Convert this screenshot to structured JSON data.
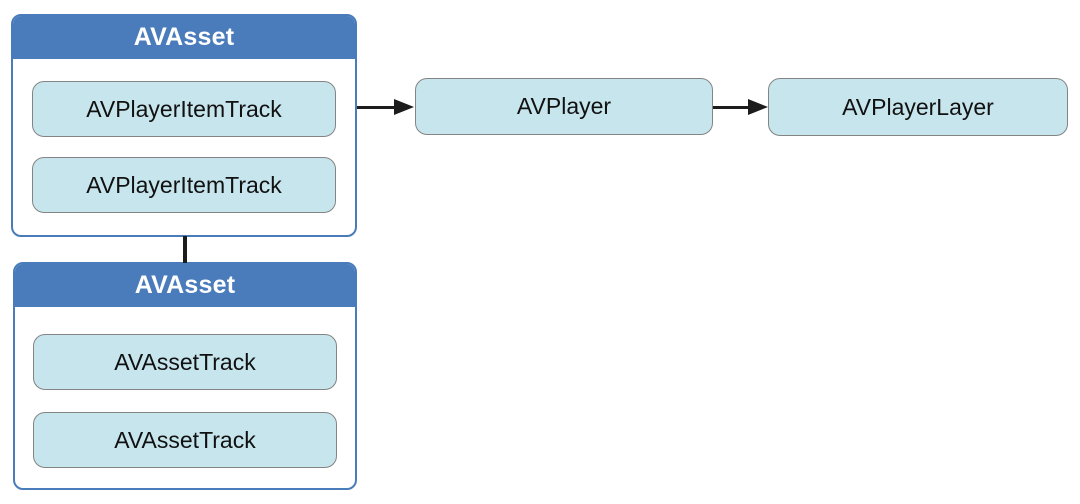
{
  "diagram": {
    "containers": [
      {
        "title": "AVAsset",
        "items": [
          "AVPlayerItemTrack",
          "AVPlayerItemTrack"
        ]
      },
      {
        "title": "AVAsset",
        "items": [
          "AVAssetTrack",
          "AVAssetTrack"
        ]
      }
    ],
    "nodes": [
      {
        "label": "AVPlayer"
      },
      {
        "label": "AVPlayerLayer"
      }
    ],
    "connectors": [
      {
        "from": "container-playeritem",
        "to": "node-avplayer",
        "type": "arrow-right"
      },
      {
        "from": "node-avplayer",
        "to": "node-avplayerlayer",
        "type": "arrow-right"
      },
      {
        "from": "container-playeritem",
        "to": "container-asset",
        "type": "plain-vertical"
      }
    ],
    "colors": {
      "header_blue": "#4a7cbc",
      "node_fill": "#c7e5ed",
      "node_border": "#848484",
      "connector": "#1c1c1c",
      "background": "#ffffff",
      "header_text": "#ffffff",
      "label_text": "#111111"
    }
  }
}
